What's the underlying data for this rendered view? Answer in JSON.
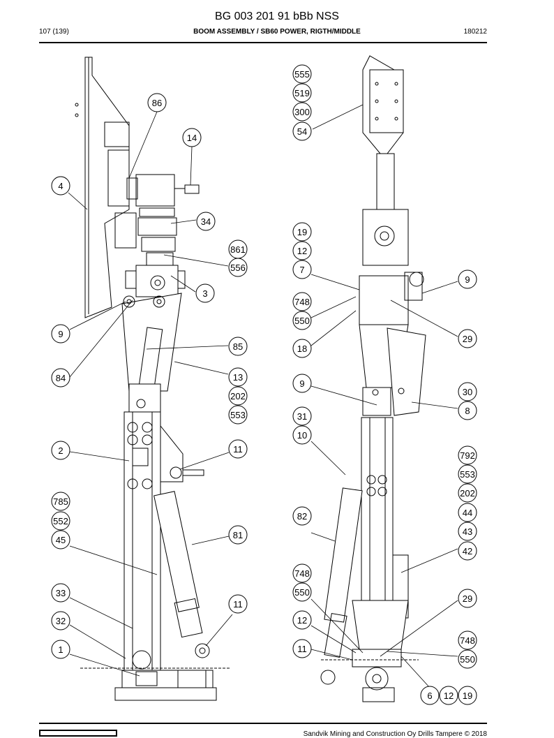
{
  "document": {
    "title": "BG 003 201 91 bBb NSS",
    "page": "107 (139)",
    "section": "BOOM ASSEMBLY / SB60 POWER, RIGTH/MIDDLE",
    "code": "180212",
    "footer_text": "Sandvik Mining and Construction Oy Drills Tampere © 2018"
  },
  "left_callouts": [
    "86",
    "14",
    "4",
    "34",
    "861",
    "556",
    "3",
    "9",
    "85",
    "84",
    "13",
    "202",
    "553",
    "2",
    "11",
    "785",
    "552",
    "45",
    "81",
    "33",
    "11",
    "32",
    "1"
  ],
  "right_callouts": [
    "555",
    "519",
    "300",
    "54",
    "19",
    "12",
    "7",
    "9",
    "748",
    "550",
    "29",
    "18",
    "9",
    "30",
    "8",
    "31",
    "10",
    "792",
    "553",
    "202",
    "82",
    "44",
    "43",
    "42",
    "748",
    "550",
    "29",
    "12",
    "748",
    "11",
    "550",
    "6",
    "12",
    "19"
  ]
}
